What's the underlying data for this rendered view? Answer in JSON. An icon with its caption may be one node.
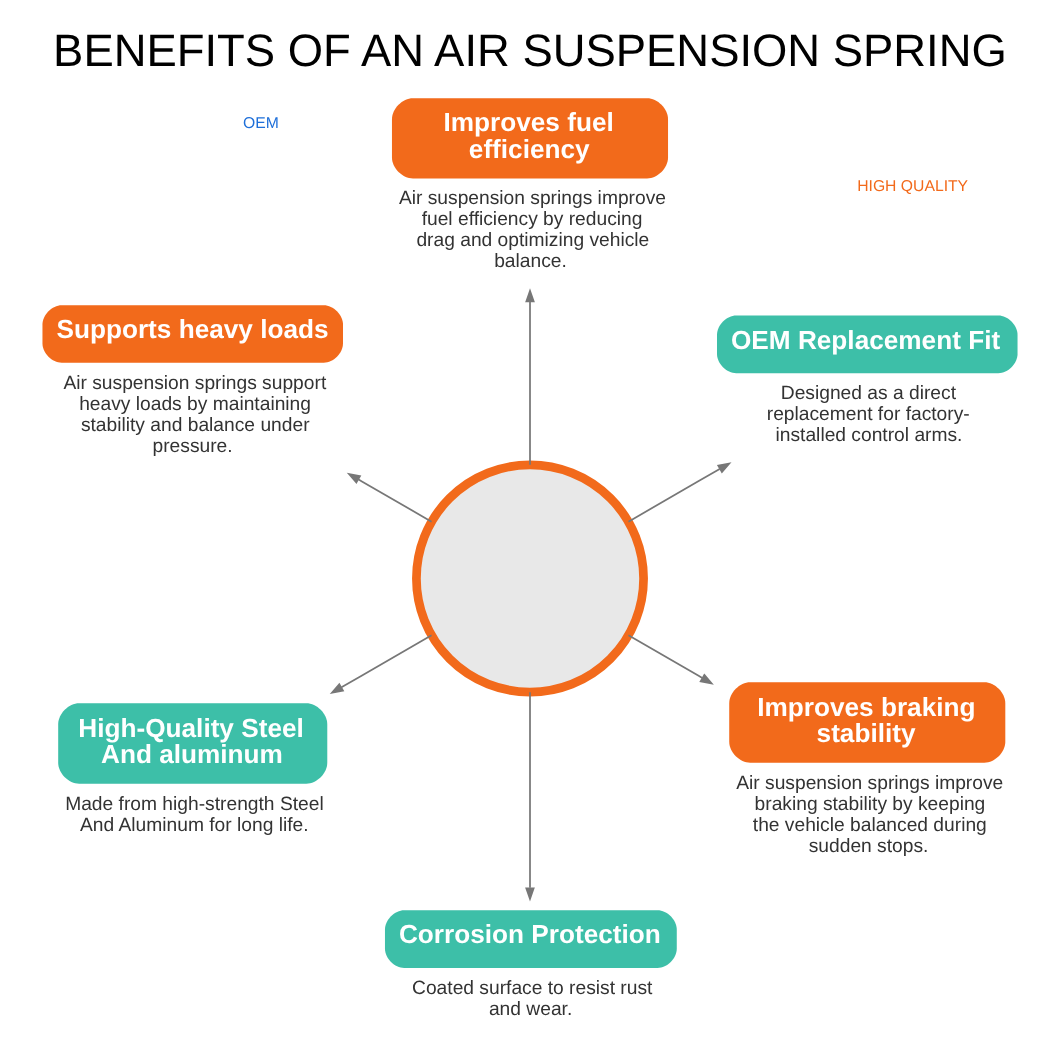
{
  "diagram": {
    "title": "BENEFITS OF AN AIR SUSPENSION SPRING",
    "nodes": [
      {
        "text": [
          "OEM Replacement Fit"
        ],
        "beside": [
          "Designed as a direct replacement for factory-installed control arms."
        ]
      },
      {
        "text": [
          "Improves fuel efficiency"
        ],
        "beside": [
          "Air suspension springs improve fuel efficiency by reducing drag and optimizing vehicle balance."
        ]
      },
      {
        "text": [
          "Supports heavy loads"
        ],
        "beside": [
          "Air suspension springs support heavy loads by maintaining stability and balance under pressure."
        ]
      },
      {
        "text": [
          "High-Quality Steel And aluminum"
        ],
        "beside": [
          "Made from high-strength Steel And Aluminum for long life."
        ]
      },
      {
        "text": [
          "Corrosion Protection"
        ],
        "beside": [
          "Coated surface to resist rust and wear."
        ]
      },
      {
        "text": [
          "Improves braking stability"
        ],
        "beside": [
          "Air suspension springs improve braking stability by keeping the vehicle balanced during sudden stops."
        ]
      },
      {
        "text": [],
        "shape": "circle"
      }
    ],
    "edges": [
      {
        "from": 6,
        "to": 0,
        "arrow": "to"
      },
      {
        "from": 6,
        "to": 1,
        "arrow": "to"
      },
      {
        "from": 6,
        "to": 2,
        "arrow": "to"
      },
      {
        "from": 6,
        "to": 3,
        "arrow": "to"
      },
      {
        "from": 6,
        "to": 4,
        "arrow": "to"
      },
      {
        "from": 6,
        "to": 5,
        "arrow": "to"
      }
    ],
    "labels": [
      "OEM",
      "HIGH QUALITY"
    ]
  }
}
